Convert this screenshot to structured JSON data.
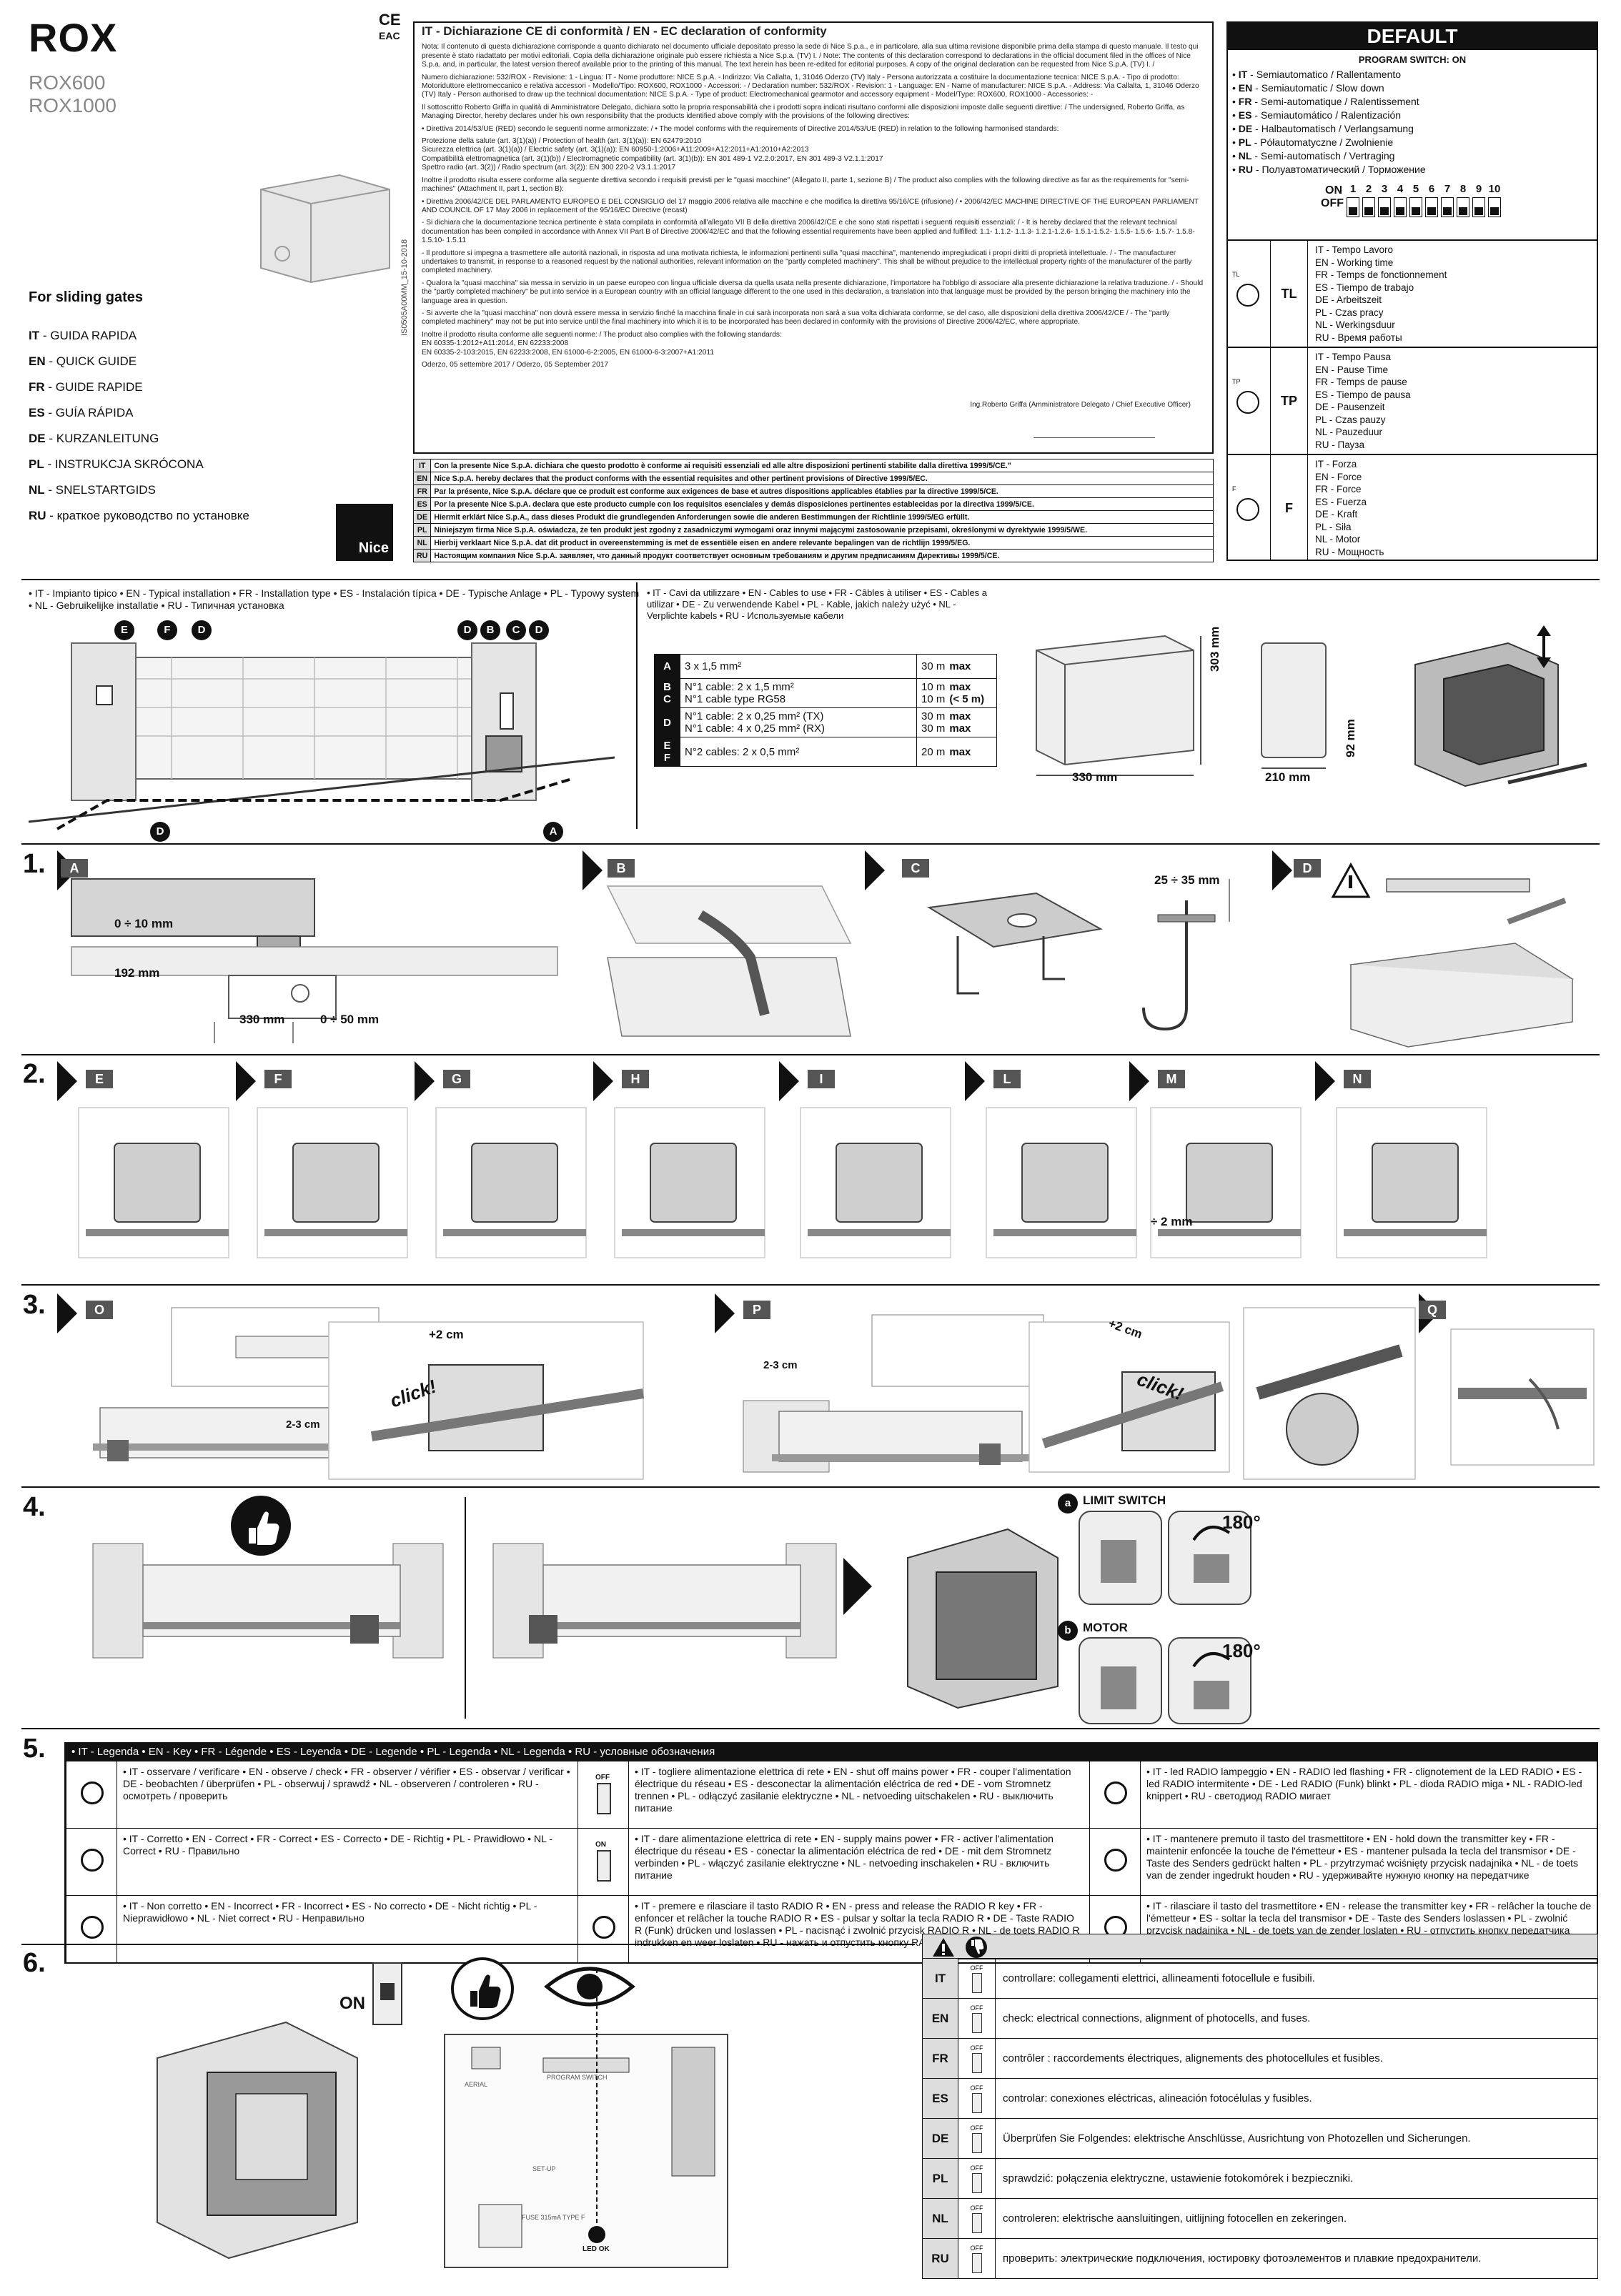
{
  "header": {
    "brand": "ROX",
    "models": [
      "ROX600",
      "ROX1000"
    ],
    "for_gates": "For sliding gates",
    "guides": [
      {
        "code": "IT",
        "label": "GUIDA RAPIDA"
      },
      {
        "code": "EN",
        "label": "QUICK GUIDE"
      },
      {
        "code": "FR",
        "label": "GUIDE RAPIDE"
      },
      {
        "code": "ES",
        "label": "GUÍA RÁPIDA"
      },
      {
        "code": "DE",
        "label": "KURZANLEITUNG"
      },
      {
        "code": "PL",
        "label": "INSTRUKCJA SKRÓCONA"
      },
      {
        "code": "NL",
        "label": "SNELSTARTGIDS"
      },
      {
        "code": "RU",
        "label": "краткое руководство по установке"
      }
    ],
    "logo": "Nice",
    "doc_id": "IS0505A00MM_15-10-2018",
    "ce_mark": "CE",
    "eac_mark": "EAC"
  },
  "declaration": {
    "title": "IT - Dichiarazione CE di conformità / EN - EC declaration of conformity",
    "paragraphs": [
      "Nota: Il contenuto di questa dichiarazione corrisponde a quanto dichiarato nel documento ufficiale depositato presso la sede di Nice S.p.a., e in particolare, alla sua ultima revisione disponibile prima della stampa di questo manuale. Il testo qui presente è stato riadattato per motivi editoriali. Copia della dichiarazione originale può essere richiesta a Nice S.p.a. (TV) I. / Note: The contents of this declaration correspond to declarations in the official document filed in the offices of Nice S.p.a. and, in particular, the latest version thereof available prior to the printing of this manual. The text herein has been re-edited for editorial purposes. A copy of the original declaration can be requested from Nice S.p.A. (TV) I. /",
      "Numero dichiarazione: 532/ROX - Revisione: 1 - Lingua: IT - Nome produttore: NICE S.p.A. - Indirizzo: Via Callalta, 1, 31046 Oderzo (TV) Italy - Persona autorizzata a costituire la documentazione tecnica: NICE S.p.A. - Tipo di prodotto: Motoriduttore elettromeccanico e relativa accessori - Modello/Tipo: ROX600, ROX1000 - Accessori: - / Declaration number: 532/ROX - Revision: 1 - Language: EN - Name of manufacturer: NICE S.p.A. - Address: Via Callalta, 1, 31046 Oderzo (TV) Italy - Person authorised to draw up the technical documentation: NICE S.p.A. - Type of product: Electromechanical gearmotor and accessory equipment - Model/Type: ROX600, ROX1000 - Accessories: -",
      "Il sottoscritto Roberto Griffa in qualità di Amministratore Delegato, dichiara sotto la propria responsabilità che i prodotti sopra indicati risultano conformi alle disposizioni imposte dalle seguenti direttive: / The undersigned, Roberto Griffa, as Managing Director, hereby declares under his own responsibility that the products identified above comply with the provisions of the following directives:",
      "• Direttiva 2014/53/UE (RED) secondo le seguenti norme armonizzate: / • The model conforms with the requirements of Directive 2014/53/UE (RED) in relation to the following harmonised standards:",
      "Protezione della salute (art. 3(1)(a)) / Protection of health (art. 3(1)(a)): EN 62479:2010\nSicurezza elettrica (art. 3(1)(a)) / Electric safety (art. 3(1)(a)): EN 60950-1:2006+A11:2009+A12:2011+A1:2010+A2:2013\nCompatibilità elettromagnetica (art. 3(1)(b)) / Electromagnetic compatibility (art. 3(1)(b)): EN 301 489-1 V2.2.0:2017, EN 301 489-3 V2.1.1:2017\nSpettro radio (art. 3(2)) / Radio spectrum (art. 3(2)): EN 300 220-2 V3.1.1:2017",
      "Inoltre il prodotto risulta essere conforme alla seguente direttiva secondo i requisiti previsti per le \"quasi macchine\" (Allegato II, parte 1, sezione B) / The product also complies with the following directive as far as the requirements for \"semi-machines\" (Attachment II, part 1, section B):",
      "• Direttiva 2006/42/CE DEL PARLAMENTO EUROPEO E DEL CONSIGLIO del 17 maggio 2006 relativa alle macchine e che modifica la direttiva 95/16/CE (rifusione) / • 2006/42/EC MACHINE DIRECTIVE OF THE EUROPEAN PARLIAMENT AND COUNCIL OF 17 May 2006 in replacement of the 95/16/EC Directive (recast)",
      "- Si dichiara che la documentazione tecnica pertinente è stata compilata in conformità all'allegato VII B della direttiva 2006/42/CE e che sono stati rispettati i seguenti requisiti essenziali: / - It is hereby declared that the relevant technical documentation has been compiled in accordance with Annex VII Part B of Directive 2006/42/EC and that the following essential requirements have been applied and fulfilled: 1.1- 1.1.2- 1.1.3- 1.2.1-1.2.6- 1.5.1-1.5.2- 1.5.5- 1.5.6- 1.5.7- 1.5.8- 1.5.10- 1.5.11",
      "- Il produttore si impegna a trasmettere alle autorità nazionali, in risposta ad una motivata richiesta, le informazioni pertinenti sulla \"quasi macchina\", mantenendo impregiudicati i propri diritti di proprietà intellettuale. / - The manufacturer undertakes to transmit, in response to a reasoned request by the national authorities, relevant information on the \"partly completed machinery\". This shall be without prejudice to the intellectual property rights of the manufacturer of the partly completed machinery.",
      "- Qualora la \"quasi macchina\" sia messa in servizio in un paese europeo con lingua ufficiale diversa da quella usata nella presente dichiarazione, l'importatore ha l'obbligo di associare alla presente dichiarazione la relativa traduzione. / - Should the \"partly completed machinery\" be put into service in a European country with an official language different to the one used in this declaration, a translation into that language must be provided by the person bringing the machinery into the language area in question.",
      "- Si avverte che la \"quasi macchina\" non dovrà essere messa in servizio finché la macchina finale in cui sarà incorporata non sarà a sua volta dichiarata conforme, se del caso, alle disposizioni della direttiva 2006/42/CE / - The \"partly completed machinery\" may not be put into service until the final machinery into which it is to be incorporated has been declared in conformity with the provisions of Directive 2006/42/EC, where appropriate.",
      "Inoltre il prodotto risulta conforme alle seguenti norme: / The product also complies with the following standards:\nEN 60335-1:2012+A11:2014, EN 62233:2008\nEN 60335-2-103:2015, EN 62233:2008, EN 61000-6-2:2005, EN 61000-6-3:2007+A1:2011",
      "Oderzo, 05 settembre 2017 / Oderzo, 05 September 2017"
    ],
    "signer": "Ing.Roberto Griffa (Amministratore Delegato / Chief Executive Officer)"
  },
  "conformity_rows": [
    {
      "code": "IT",
      "text": "Con la presente Nice S.p.A. dichiara che questo prodotto è conforme ai requisiti essenziali ed alle altre disposizioni pertinenti stabilite dalla direttiva 1999/5/CE.\""
    },
    {
      "code": "EN",
      "text": "Nice S.p.A. hereby declares that the product conforms with the essential requisites and other pertinent provisions of Directive 1999/5/EC."
    },
    {
      "code": "FR",
      "text": "Par la présente, Nice S.p.A. déclare que ce produit est conforme aux exigences de base et autres dispositions applicables établies par la directive 1999/5/CE."
    },
    {
      "code": "ES",
      "text": "Por la presente Nice S.p.A. declara que este producto cumple con los requisitos esenciales y demás disposiciones pertinentes establecidas por la directiva 1999/5/CE."
    },
    {
      "code": "DE",
      "text": "Hiermit erklärt Nice S.p.A., dass dieses Produkt die grundlegenden Anforderungen sowie die anderen Bestimmungen der Richtlinie 1999/5/EG erfüllt."
    },
    {
      "code": "PL",
      "text": "Niniejszym firma Nice S.p.A. oświadcza, że ten produkt jest zgodny z zasadniczymi wymogami oraz innymi mającymi zastosowanie przepisami, określonymi w dyrektywie 1999/5/WE."
    },
    {
      "code": "NL",
      "text": "Hierbij verklaart Nice S.p.A. dat dit product in overeenstemming is met de essentiële eisen en andere relevante bepalingen van de richtlijn 1999/5/EG."
    },
    {
      "code": "RU",
      "text": "Настоящим компания Nice S.p.A. заявляет, что данный продукт соответствует основным требованиям и другим предписаниям Директивы 1999/5/CE."
    }
  ],
  "default_box": {
    "title": "DEFAULT",
    "program_switch": "PROGRAM SWITCH: ON",
    "lines": [
      {
        "code": "IT",
        "text": "Semiautomatico / Rallentamento"
      },
      {
        "code": "EN",
        "text": "Semiautomatic / Slow down"
      },
      {
        "code": "FR",
        "text": "Semi-automatique / Ralentissement"
      },
      {
        "code": "ES",
        "text": "Semiautomático / Ralentización"
      },
      {
        "code": "DE",
        "text": "Halbautomatisch / Verlangsamung"
      },
      {
        "code": "PL",
        "text": "Półautomatyczne / Zwolnienie"
      },
      {
        "code": "NL",
        "text": "Semi-automatisch / Vertraging"
      },
      {
        "code": "RU",
        "text": "Полуавтоматический / Торможение"
      }
    ],
    "on_label": "ON",
    "off_label": "OFF",
    "dip_numbers": [
      "1",
      "2",
      "3",
      "4",
      "5",
      "6",
      "7",
      "8",
      "9",
      "10"
    ],
    "trimmers": [
      {
        "code": "TL",
        "icon_label": "TL",
        "items": [
          "IT - Tempo Lavoro",
          "EN - Working time",
          "FR - Temps de fonctionnement",
          "ES - Tiempo de trabajo",
          "DE - Arbeitszeit",
          "PL - Czas pracy",
          "NL - Werkingsduur",
          "RU - Время работы"
        ]
      },
      {
        "code": "TP",
        "icon_label": "TP",
        "items": [
          "IT - Tempo Pausa",
          "EN - Pause Time",
          "FR - Temps de pause",
          "ES - Tiempo de pausa",
          "DE - Pausenzeit",
          "PL - Czas pauzy",
          "NL - Pauzeduur",
          "RU - Пауза"
        ]
      },
      {
        "code": "F",
        "icon_label": "F",
        "items": [
          "IT - Forza",
          "EN - Force",
          "FR - Force",
          "ES - Fuerza",
          "DE - Kraft",
          "PL - Siła",
          "NL - Motor",
          "RU - Мощность"
        ]
      }
    ]
  },
  "install": {
    "caption": "• IT - Impianto tipico • EN - Typical installation • FR - Installation type • ES - Instalación típica • DE - Typische Anlage • PL - Typowy system • NL - Gebruikelijke installatie • RU - Типичная установка",
    "badges_top_left": [
      "E",
      "F",
      "D"
    ],
    "badges_top_right": [
      "D",
      "B",
      "C",
      "D"
    ],
    "badges_bottom": [
      "D",
      "A"
    ],
    "cables_caption": "• IT - Cavi da utilizzare • EN - Cables to use • FR - Câbles à utiliser • ES - Cables a utilizar • DE - Zu verwendende Kabel • PL - Kable, jakich należy użyć • NL -Verplichte kabels • RU - Используемые кабели",
    "cables": [
      {
        "keys": "A",
        "desc": "3 x 1,5 mm²",
        "len": "30 m",
        "max": "max"
      },
      {
        "keys": "B C",
        "desc": "N°1 cable: 2 x 1,5 mm²\nN°1 cable type RG58",
        "len": "10 m\n10 m",
        "max": "max\n(< 5 m)"
      },
      {
        "keys": "D",
        "desc": "N°1 cable: 2 x 0,25 mm² (TX)\nN°1 cable: 4 x 0,25 mm² (RX)",
        "len": "30 m\n30 m",
        "max": "max\nmax"
      },
      {
        "keys": "E F",
        "desc": "N°2 cables: 2 x 0,5 mm²",
        "len": "20 m",
        "max": "max"
      }
    ],
    "dims": {
      "height": "303 mm",
      "length": "330 mm",
      "depth": "210 mm",
      "base": "92 mm"
    }
  },
  "steps": {
    "s1": {
      "num": "1.",
      "labels": [
        "A",
        "B",
        "C",
        "D"
      ],
      "dims": [
        "0 ÷ 10\nmm",
        "192 mm",
        "330 mm",
        "0 ÷ 50 mm",
        "25 ÷ 35 mm"
      ]
    },
    "s2": {
      "num": "2.",
      "labels": [
        "E",
        "F",
        "G",
        "H",
        "I",
        "L",
        "M",
        "N"
      ],
      "dims": [
        "÷ 2 mm"
      ]
    },
    "s3": {
      "num": "3.",
      "labels": [
        "O",
        "P",
        "Q"
      ],
      "dims": [
        "2-3 cm",
        "+2 cm",
        "click!",
        "2-3 cm",
        "+2 cm",
        "click!"
      ]
    },
    "s4": {
      "num": "4.",
      "limit_switch": "LIMIT SWITCH",
      "motor": "MOTOR",
      "angle": "180°",
      "badge_a": "a",
      "badge_b": "b"
    }
  },
  "legend": {
    "num": "5.",
    "header": "• IT - Legenda • EN - Key • FR - Légende • ES - Leyenda • DE - Legende • PL - Legenda • NL - Legenda • RU - условные обозначения",
    "rows": [
      [
        {
          "icon": "eye-icon",
          "text": "• IT - osservare / verificare • EN - observe / check • FR - observer / vérifier • ES - observar / verificar • DE - beobachten / überprüfen • PL - obserwuj / sprawdź • NL - observeren / controleren • RU - осмотреть / проверить"
        },
        {
          "icon": "switch-off-icon",
          "icon_label": "OFF",
          "text": "• IT - togliere alimentazione elettrica di rete • EN - shut off mains power • FR - couper l'alimentation électrique du réseau • ES - desconectar la alimentación eléctrica de red • DE - vom Stromnetz trennen • PL - odłączyć zasilanie elektryczne • NL - netvoeding uitschakelen • RU - выключить питание"
        },
        {
          "icon": "led-flash-icon",
          "text": "• IT - led RADIO lampeggio • EN - RADIO led flashing • FR - clignotement de la LED RADIO • ES - led RADIO intermitente • DE - Led RADIO (Funk) blinkt • PL - dioda RADIO miga • NL - RADIO-led knippert • RU - светодиод RADIO мигает"
        }
      ],
      [
        {
          "icon": "thumbs-up-icon",
          "text": "• IT - Corretto • EN - Correct • FR - Correct • ES - Correcto • DE - Richtig • PL - Prawidłowo • NL - Correct • RU - Правильно"
        },
        {
          "icon": "switch-on-icon",
          "icon_label": "ON",
          "text": "• IT - dare alimentazione elettrica di rete • EN - supply mains power • FR - activer l'alimentation électrique du réseau • ES - conectar la alimentación eléctrica de red • DE - mit dem Stromnetz verbinden • PL - włączyć zasilanie elektryczne • NL - netvoeding inschakelen • RU - включить питание"
        },
        {
          "icon": "transmitter-hold-icon",
          "text": "• IT - mantenere premuto il tasto del trasmettitore • EN - hold down the transmitter key • FR - maintenir enfoncée la touche de l'émetteur • ES - mantener pulsada la tecla del transmisor • DE - Taste des Senders gedrückt halten • PL - przytrzymać wciśnięty przycisk nadajnika • NL - de toets van de zender ingedrukt houden • RU - удерживайте нужную кнопку на передатчике"
        }
      ],
      [
        {
          "icon": "thumbs-down-icon",
          "text": "• IT - Non corretto • EN - Incorrect • FR - Incorrect • ES - No correcto • DE - Nicht richtig • PL - Nieprawidłowo • NL - Niet correct • RU - Неправильно"
        },
        {
          "icon": "radio-button-icon",
          "text": "• IT - premere e rilasciare il tasto RADIO R • EN - press and release the RADIO R key • FR - enfoncer et relâcher la touche RADIO R • ES - pulsar y soltar la tecla RADIO R • DE - Taste RADIO R (Funk) drücken und loslassen • PL - nacisnąć i zwolnić przycisk RADIO R • NL - de toets RADIO R indrukken en weer loslaten • RU - нажать и отпустить кнопку RADIO R"
        },
        {
          "icon": "transmitter-release-icon",
          "text": "• IT - rilasciare il tasto del trasmettitore • EN - release the transmitter key • FR - relâcher la touche de l'émetteur • ES - soltar la tecla del transmisor • DE - Taste des Senders loslassen • PL - zwolnić przycisk nadajnika • NL - de toets van de zender loslaten • RU - отпустить кнопку передатчика"
        }
      ]
    ]
  },
  "step6": {
    "num": "6.",
    "on": "ON",
    "board_labels": {
      "aerial": "AERIAL",
      "program_switch": "PROGRAM SWITCH",
      "set_up": "SET-UP",
      "fuse": "FUSE 315mA TYPE F",
      "led": "LED OK"
    },
    "checks": [
      {
        "code": "IT",
        "text": "controllare: collegamenti elettrici, allineamenti fotocellule e fusibili."
      },
      {
        "code": "EN",
        "text": "check: electrical connections, alignment of photocells, and fuses."
      },
      {
        "code": "FR",
        "text": "contrôler : raccordements électriques, alignements des photocellules et fusibles."
      },
      {
        "code": "ES",
        "text": "controlar: conexiones eléctricas, alineación fotocélulas y fusibles."
      },
      {
        "code": "DE",
        "text": "Überprüfen Sie Folgendes: elektrische Anschlüsse, Ausrichtung von Photozellen und Sicherungen."
      },
      {
        "code": "PL",
        "text": "sprawdzić: połączenia elektryczne, ustawienie fotokomórek i bezpieczniki."
      },
      {
        "code": "NL",
        "text": "controleren: elektrische aansluitingen, uitlijning fotocellen en zekeringen."
      },
      {
        "code": "RU",
        "text": "проверить: электрические подключения, юстировку фотоэлементов и плавкие предохранители."
      }
    ],
    "off_label": "OFF"
  },
  "colors": {
    "ink": "#111111",
    "panel_gray": "#555555",
    "light_gray": "#dddddd"
  }
}
